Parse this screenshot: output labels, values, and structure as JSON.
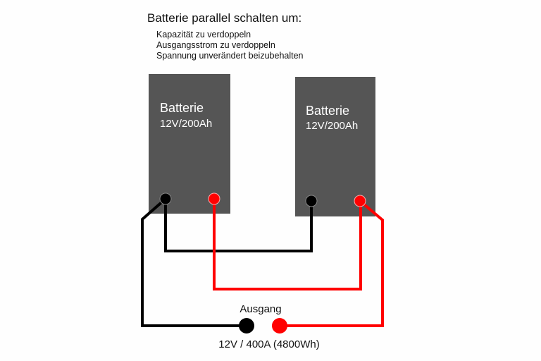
{
  "title": "Batterie parallel schalten um:",
  "bullets": [
    "Kapazität zu verdoppeln",
    "Ausgangsstrom zu verdoppeln",
    "Spannung unverändert beizubehalten"
  ],
  "batteries": [
    {
      "name": "Batterie",
      "rating": "12V/200Ah"
    },
    {
      "name": "Batterie",
      "rating": "12V/200Ah"
    }
  ],
  "output": {
    "label": "Ausgang",
    "rating": "12V / 400A (4800Wh)"
  },
  "colors": {
    "battery": "#555555",
    "negative": "#000000",
    "positive": "#ff0000",
    "background": "#fefefe"
  }
}
